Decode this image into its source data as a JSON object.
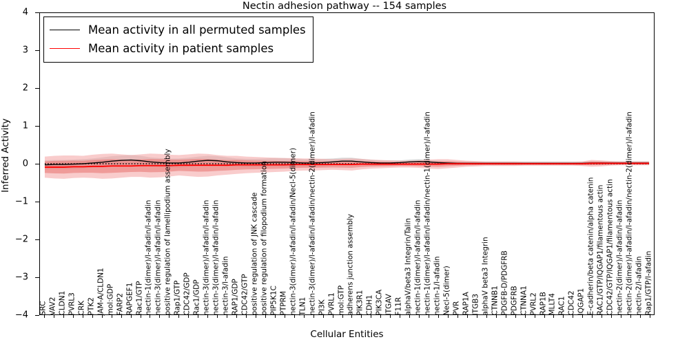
{
  "chart_data": {
    "type": "line",
    "title": "Nectin adhesion pathway -- 154 samples",
    "xlabel": "Cellular Entities",
    "ylabel": "Inferred Activity",
    "ylim": [
      -4,
      4
    ],
    "yticks": [
      -4,
      -3,
      -2,
      -1,
      0,
      1,
      2,
      3,
      4
    ],
    "grid": false,
    "legend_position": "upper left",
    "n_samples": 154,
    "categories": [
      "SRC",
      "VAV2",
      "CLDN1",
      "PVRL3",
      "CRK",
      "PTK2",
      "JAM-A/CLDN1",
      "mol:GDP",
      "FARP2",
      "RAPGEF1",
      "Rac1/GTP",
      "nectin-1(dimer)/l-afadin/l-afadin",
      "nectin-3(dimer)/l-afadin/l-afadin",
      "positive regulation of lamellipodium assembly",
      "Rap1/GTP",
      "CDC42/GDP",
      "Rac1/GDP",
      "nectin-3(dimer)/l-afadin/l-afadin",
      "nectin-3(dimer)/l-afadin/l-afadin",
      "nectin-3/l-afadin",
      "RAP1/GDP",
      "CDC42/GTP",
      "positive regulation of JNK cascade",
      "positive regulation of filopodium formation",
      "PIP5K1C",
      "PTPRM",
      "nectin-3(dimer)/l-afadin/l-afadin/Necl-5(dimer)",
      "TLN1",
      "nectin-3(dimer)/l-afadin/l-afadin/nectin-2(dimer)/l-afadin",
      "PI3K",
      "PVRL1",
      "mol:GTP",
      "adherens junction assembly",
      "PIK3R1",
      "CDH1",
      "PIK3CA",
      "ITGAV",
      "F11R",
      "alphaV/beta3 Integrin/Talin",
      "nectin-1(dimer)/l-afadin/l-afadin",
      "nectin-1(dimer)/l-afadin/l-afadin/nectin-1(dimer)/l-afadin",
      "nectin-1/l-afadin",
      "Necl-5(dimer)",
      "PVR",
      "RAP1A",
      "ITGB3",
      "alphaV beta3 Integrin",
      "CTNNB1",
      "PDGFB-D/PDGFRB",
      "PDGFRB",
      "CTNNA1",
      "PVRL2",
      "RAP1B",
      "MLLT4",
      "RAC1",
      "CDC42",
      "IQGAP1",
      "E-cadherin/beta catenin/alpha catenin",
      "RAC1/GTP/IQGAP1/filamentous actin",
      "CDC42/GTP/IQGAP1/filamentous actin",
      "nectin-2(dimer)/l-afadin/l-afadin",
      "nectin-2(dimer)/l-afadin/l-afadin/nectin-2(dimer)/l-afadin",
      "nectin-2/l-afadin",
      "Rap1/GTP/l-afadin"
    ],
    "series": [
      {
        "name": "Mean activity in all permuted samples",
        "color": "#000000",
        "style": "solid+dotted",
        "values": [
          -0.03,
          -0.02,
          -0.02,
          -0.01,
          0.0,
          0.02,
          0.04,
          0.07,
          0.09,
          0.1,
          0.08,
          0.05,
          0.03,
          0.02,
          0.02,
          0.04,
          0.07,
          0.09,
          0.08,
          0.05,
          0.03,
          0.02,
          0.02,
          0.03,
          0.04,
          0.04,
          0.03,
          0.02,
          0.02,
          0.03,
          0.05,
          0.07,
          0.07,
          0.05,
          0.03,
          0.02,
          0.02,
          0.03,
          0.05,
          0.06,
          0.05,
          0.03,
          0.02,
          0.01,
          0.01,
          0.01,
          0.01,
          0.01,
          0.01,
          0.01,
          0.01,
          0.01,
          0.01,
          0.01,
          0.01,
          0.01,
          0.01,
          0.02,
          0.02,
          0.02,
          0.02,
          0.02,
          0.02,
          0.02
        ],
        "band": [
          0.12,
          0.12,
          0.12,
          0.12,
          0.12,
          0.12,
          0.13,
          0.13,
          0.13,
          0.13,
          0.13,
          0.12,
          0.12,
          0.12,
          0.12,
          0.12,
          0.12,
          0.12,
          0.12,
          0.12,
          0.11,
          0.11,
          0.11,
          0.11,
          0.11,
          0.11,
          0.1,
          0.1,
          0.1,
          0.1,
          0.09,
          0.09,
          0.09,
          0.08,
          0.08,
          0.07,
          0.07,
          0.06,
          0.06,
          0.06,
          0.05,
          0.05,
          0.05,
          0.05,
          0.05,
          0.05,
          0.05,
          0.05,
          0.05,
          0.05,
          0.05,
          0.05,
          0.05,
          0.05,
          0.05,
          0.05,
          0.05,
          0.05,
          0.05,
          0.05,
          0.05,
          0.05,
          0.05,
          0.05
        ],
        "band_color": "#cccccc"
      },
      {
        "name": "Mean activity in patient samples",
        "color": "#ff0000",
        "style": "solid",
        "values": [
          -0.09,
          -0.09,
          -0.09,
          -0.08,
          -0.08,
          -0.07,
          -0.07,
          -0.06,
          -0.06,
          -0.06,
          -0.05,
          -0.05,
          -0.05,
          -0.05,
          -0.04,
          -0.04,
          -0.04,
          -0.04,
          -0.04,
          -0.04,
          -0.03,
          -0.03,
          -0.03,
          -0.03,
          -0.03,
          -0.03,
          -0.02,
          -0.02,
          -0.02,
          -0.02,
          -0.02,
          -0.02,
          -0.02,
          -0.01,
          -0.01,
          -0.01,
          -0.01,
          -0.01,
          -0.01,
          -0.01,
          -0.01,
          -0.01,
          0.0,
          0.0,
          0.0,
          0.0,
          0.0,
          0.0,
          0.0,
          0.0,
          0.0,
          0.0,
          0.0,
          0.0,
          0.0,
          0.0,
          0.0,
          0.01,
          0.01,
          0.01,
          0.01,
          0.01,
          0.01,
          0.01
        ],
        "band": [
          0.28,
          0.3,
          0.31,
          0.3,
          0.29,
          0.31,
          0.33,
          0.33,
          0.31,
          0.29,
          0.3,
          0.32,
          0.31,
          0.29,
          0.27,
          0.29,
          0.31,
          0.3,
          0.27,
          0.25,
          0.24,
          0.22,
          0.21,
          0.2,
          0.19,
          0.18,
          0.17,
          0.16,
          0.16,
          0.15,
          0.14,
          0.15,
          0.16,
          0.14,
          0.12,
          0.11,
          0.1,
          0.09,
          0.09,
          0.1,
          0.12,
          0.13,
          0.12,
          0.1,
          0.08,
          0.07,
          0.06,
          0.06,
          0.06,
          0.06,
          0.05,
          0.05,
          0.05,
          0.05,
          0.05,
          0.05,
          0.06,
          0.09,
          0.08,
          0.06,
          0.05,
          0.05,
          0.05,
          0.05
        ],
        "band_color": "#f4a3a3"
      }
    ]
  },
  "legend": {
    "entries": [
      {
        "label": "Mean activity in all permuted samples",
        "color": "#000000"
      },
      {
        "label": "Mean activity in patient samples",
        "color": "#ff0000"
      }
    ]
  }
}
